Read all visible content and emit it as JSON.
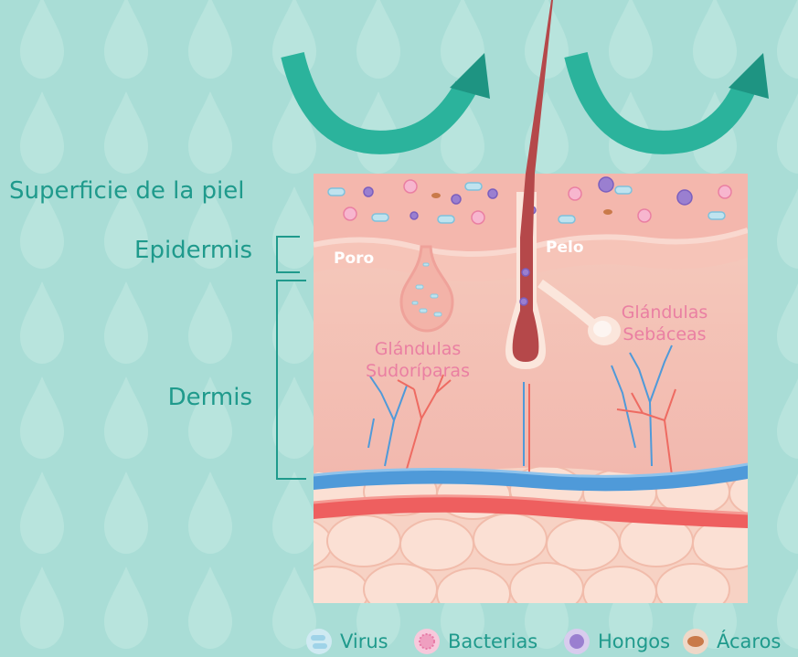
{
  "labels": {
    "surface": "Superficie de la piel",
    "epidermis": "Epidermis",
    "dermis": "Dermis",
    "pore": "Poro",
    "hair": "Pelo",
    "sweat_glands_line1": "Glándulas",
    "sweat_glands_line2": "Sudoríparas",
    "sebaceous_line1": "Glándulas",
    "sebaceous_line2": "Sebáceas"
  },
  "legend": [
    {
      "label": "Virus",
      "icon": "virus-icon"
    },
    {
      "label": "Bacterias",
      "icon": "bacteria-icon"
    },
    {
      "label": "Hongos",
      "icon": "fungus-icon"
    },
    {
      "label": "Ácaros",
      "icon": "mite-icon"
    }
  ],
  "colors": {
    "background": "#a9ddd6",
    "teal_text": "#1f9a8c",
    "pink_text": "#ea7fa2",
    "artery": "#ee5f5f",
    "vein": "#3f8fd6",
    "hair": "#b5484a"
  }
}
